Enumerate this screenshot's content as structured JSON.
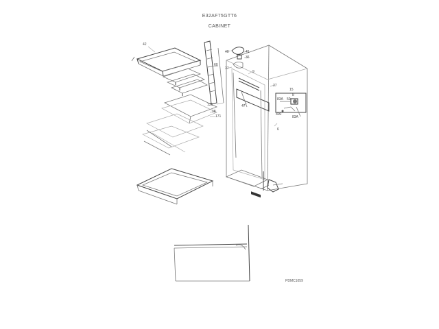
{
  "header": {
    "model_number": "E32AF75GTT6",
    "section_title": "CABINET"
  },
  "footer": {
    "drawing_code": "PDMC1059"
  },
  "callouts": {
    "c42": "42",
    "c40": "40",
    "c41": "41",
    "c36": "36",
    "c37": "37",
    "c9": "9",
    "c60": "60",
    "c37b": "37",
    "c15": "15",
    "c8": "8",
    "c47": "47",
    "c131": "131",
    "c18": "18",
    "c171": "171",
    "c83a": "83A",
    "c83b": "83A",
    "c50": "50",
    "c800": "800",
    "c6": "6"
  }
}
